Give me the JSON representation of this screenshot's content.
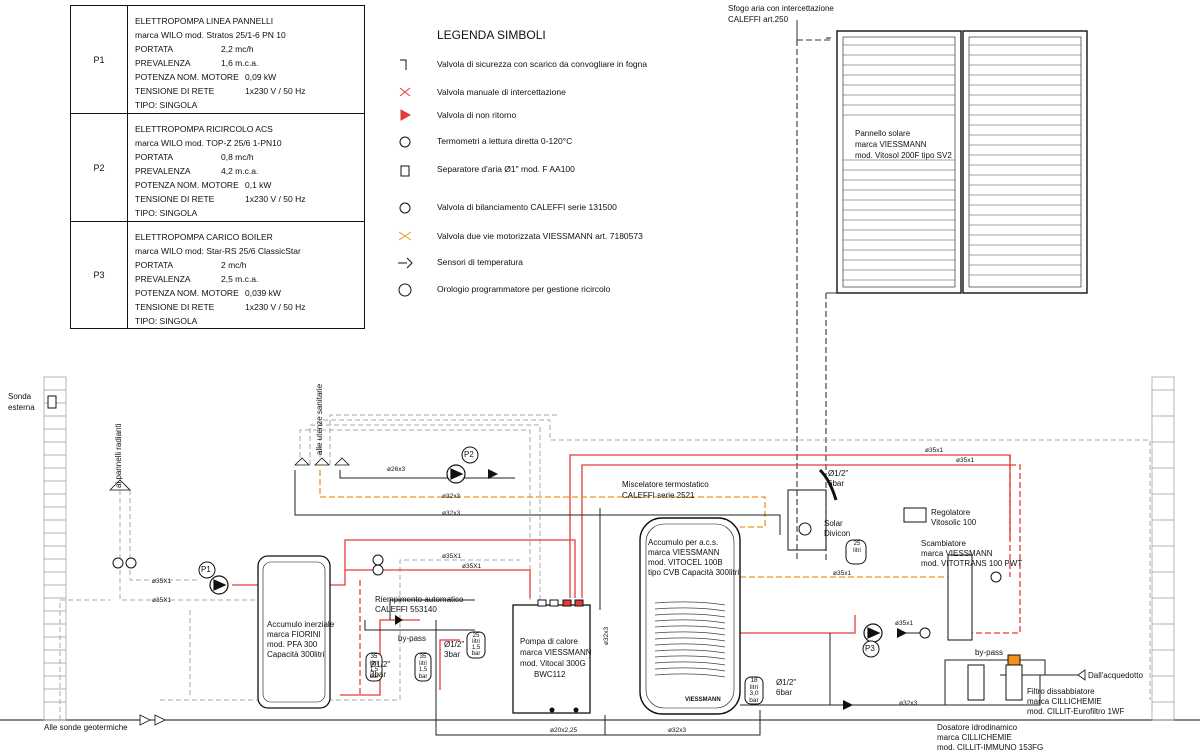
{
  "pumps": [
    {
      "id": "P1",
      "title": "ELETTROPOMPA LINEA PANNELLI",
      "brand": "marca WILO mod. Stratos 25/1-6 PN 10",
      "rows": [
        {
          "k": "PORTATA",
          "v": "2,2 mc/h"
        },
        {
          "k": "PREVALENZA",
          "v": "1,6 m.c.a."
        },
        {
          "k": "POTENZA NOM. MOTORE",
          "v": "0,09 kW"
        },
        {
          "k": "TENSIONE DI RETE",
          "v": "1x230 V / 50 Hz"
        },
        {
          "k": "TIPO: SINGOLA",
          "v": ""
        }
      ]
    },
    {
      "id": "P2",
      "title": "ELETTROPOMPA RICIRCOLO ACS",
      "brand": "marca WILO mod. TOP-Z 25/6 1-PN10",
      "rows": [
        {
          "k": "PORTATA",
          "v": "0,8 mc/h"
        },
        {
          "k": "PREVALENZA",
          "v": "4,2 m.c.a."
        },
        {
          "k": "POTENZA NOM. MOTORE",
          "v": "0,1 kW"
        },
        {
          "k": "TENSIONE DI RETE",
          "v": "1x230 V / 50 Hz"
        },
        {
          "k": "TIPO: SINGOLA",
          "v": ""
        }
      ]
    },
    {
      "id": "P3",
      "title": "ELETTROPOMPA CARICO BOILER",
      "brand": "marca WILO mod: Star-RS 25/6 ClassicStar",
      "rows": [
        {
          "k": "PORTATA",
          "v": "2 mc/h"
        },
        {
          "k": "PREVALENZA",
          "v": "2,5 m.c.a."
        },
        {
          "k": "POTENZA NOM. MOTORE",
          "v": "0,039 kW"
        },
        {
          "k": "TENSIONE DI RETE",
          "v": "1x230 V / 50 Hz"
        },
        {
          "k": "TIPO: SINGOLA",
          "v": ""
        }
      ]
    }
  ],
  "legend": {
    "title": "LEGENDA SIMBOLI",
    "items": [
      "Valvola di sicurezza con scarico da convogliare in fogna",
      "Valvola manuale di intercettazione",
      "Valvola di non ritorno",
      "Termometri a lettura diretta 0-120°C",
      "Separatore d'aria Ø1\" mod. F AA100",
      "Valvola di bilanciamento CALEFFI serie 131500",
      "Valvola due vie motorizzata VIESSMANN art. 7180573",
      "Sensori di temperatura",
      "Orologio programmatore per gestione ricircolo"
    ]
  },
  "labels": {
    "sfogo1": "Sfogo aria con intercettazione",
    "sfogo2": "CALEFFI art.250",
    "panel1": "Pannello solare",
    "panel2": "marca VIESSMANN",
    "panel3": "mod. Vitosol 200F tipo SV2",
    "sonda1": "Sonda",
    "sonda2": "esterna",
    "pannelli_rad": "ai pannelli radianti",
    "utenze": "alle utenze sanitarie",
    "geotermiche": "Alle sonde geotermiche",
    "acc_in1": "Accumulo inerziale",
    "acc_in2": "marca FIORINI",
    "acc_in3": "mod. PFA 300",
    "acc_in4": "Capacità 300litri",
    "riemp1": "Riempimento automatico",
    "riemp2": "CALEFFI 553140",
    "bypass1": "by-pass",
    "bypass2": "by-pass",
    "pompa1": "Pompa di calore",
    "pompa2": "marca VIESSMANN",
    "pompa3": "mod. Vitocal 300G",
    "pompa4": "BWC112",
    "misc1": "Miscelatore termostatico",
    "misc2": "CALEFFI serie 2521",
    "acs1": "Accumulo per a.c.s.",
    "acs2": "marca VIESSMANN",
    "acs3": "mod. VITOCEL 100B",
    "acs4": "tipo CVB Capacità 300litri",
    "brand": "VIESSMANN",
    "solar1": "Solar",
    "solar2": "Divicon",
    "reg1": "Regolatore",
    "reg2": "Vitosolic 100",
    "scamb1": "Scambiatore",
    "scamb2": "marca VIESSMANN",
    "scamb3": "mod. VITOTRANS 100 PWT",
    "acquedotto": "Dall'acquedotto",
    "filtro1": "Filtro dissabbiatore",
    "filtro2": "marca CILLICHEMIE",
    "filtro3": "mod. CILLIT-Eurofiltro 1WF",
    "dos1": "Dosatore idrodinamico",
    "dos2": "marca CILLICHEMIE",
    "dos3": "mod. CILLIT-IMMUNO 153FG",
    "d12a": "Ø1/2\"",
    "d12a2": "6bar",
    "d12b": "Ø1/2\"",
    "d12b2": "6bar",
    "d12c": "Ø1/2\"",
    "d12c2": "3bar",
    "d12d": "Ø1/2\"",
    "d12d2": "3bar",
    "p_26x3": "ø26x3",
    "p_32x3a": "ø32x3",
    "p_32x3b": "ø32x3",
    "p_32x3c": "ø32x3",
    "p_32x3d": "ø32x3",
    "p_32x3e": "ø32x3",
    "p_35x1a": "ø35x1",
    "p_35x1b": "ø35x1",
    "p_35x1c": "ø35x1",
    "p_35x1d": "ø35X1",
    "p_35x1e": "ø35X1",
    "p_35x1f": "ø35X1",
    "p_35x1g": "ø35X1",
    "p_35x1h": "ø35x1",
    "p_35x1i": "ø35x1",
    "p_20": "ø20x2,25",
    "p_32x3v": "ø32x3",
    "p1": "P1",
    "p2": "P2",
    "p3": "P3",
    "v25a": "25",
    "v25b": "litri",
    "v25c": "1,5",
    "v25d": "bar",
    "v35a": "35",
    "v35b": "litri",
    "v35c": "1,5",
    "v35d": "bar",
    "v35e": "35",
    "v35f": "litri",
    "v35g": "1,5",
    "v35h": "bar",
    "v18a": "18",
    "v18b": "litri",
    "v18c": "3,0",
    "v18d": "bar",
    "v25e": "25",
    "v25f": "litri"
  },
  "colors": {
    "red": "#e53b3b",
    "orange": "#f0941c",
    "gray": "#9a9a9a",
    "black": "#111111"
  }
}
